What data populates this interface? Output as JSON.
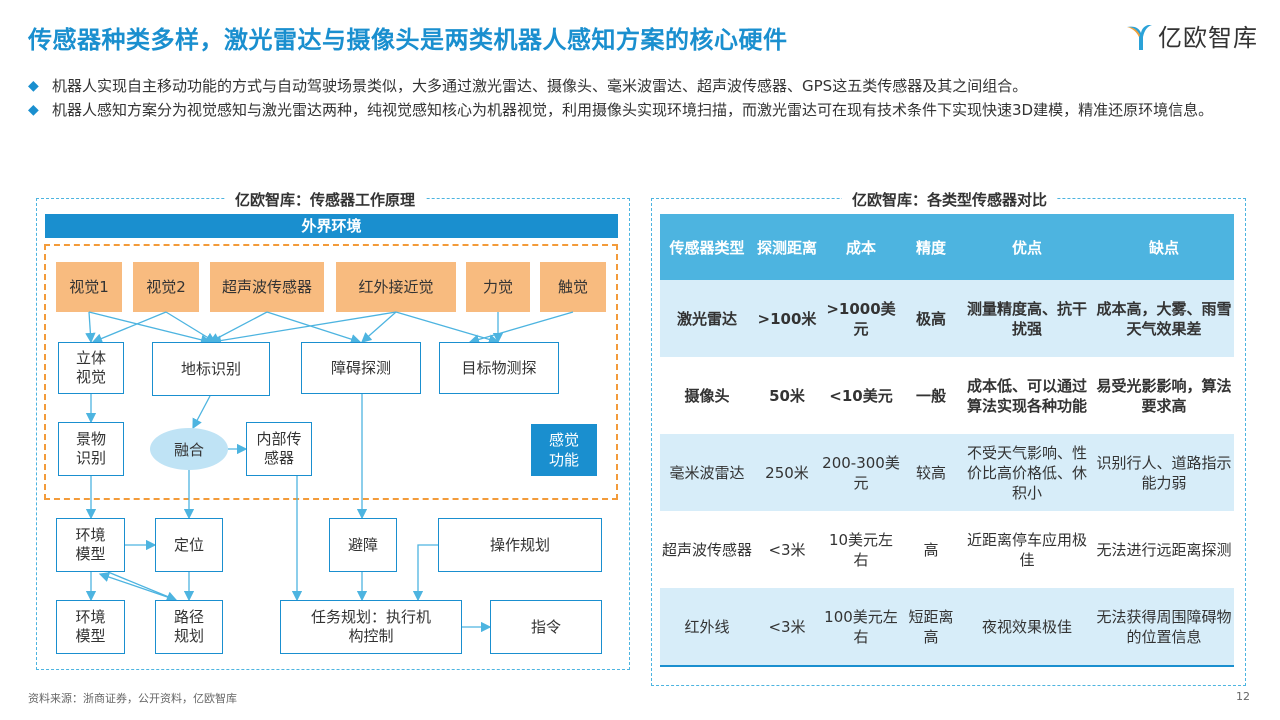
{
  "header": {
    "title": "传感器种类多样，激光雷达与摄像头是两类机器人感知方案的核心硬件",
    "logo_text": "亿欧智库"
  },
  "bullets": [
    "机器人实现自主移动功能的方式与自动驾驶场景类似，大多通过激光雷达、摄像头、毫米波雷达、超声波传感器、GPS这五类传感器及其之间组合。",
    "机器人感知方案分为视觉感知与激光雷达两种，纯视觉感知核心为机器视觉，利用摄像头实现环境扫描，而激光雷达可在现有技术条件下实现快速3D建模，精准还原环境信息。"
  ],
  "bullet_icon": "diamond-icon",
  "left_panel": {
    "title": "亿欧智库：传感器工作原理",
    "env": "外界环境",
    "senses": [
      "视觉1",
      "视觉2",
      "超声波传感器",
      "红外接近觉",
      "力觉",
      "触觉"
    ],
    "nodes": {
      "stereo": "立体视觉",
      "landmark": "地标识别",
      "obstacle_detect": "障碍探测",
      "target_detect": "目标物测探",
      "scene": "景物识别",
      "fusion": "融合",
      "internal": "内部传感器",
      "perception": "感觉功能",
      "env_model1": "环境模型",
      "locate": "定位",
      "avoid": "避障",
      "op_plan": "操作规划",
      "env_model2": "环境模型",
      "path_plan": "路径规划",
      "task_plan": "任务规划：执行机构控制",
      "command": "指令"
    }
  },
  "right_panel": {
    "title": "亿欧智库：各类型传感器对比",
    "columns": [
      "传感器类型",
      "探测距离",
      "成本",
      "精度",
      "优点",
      "缺点"
    ],
    "rows": [
      [
        "激光雷达",
        ">100米",
        ">1000美元",
        "极高",
        "测量精度高、抗干扰强",
        "成本高，大雾、雨雪天气效果差"
      ],
      [
        "摄像头",
        "50米",
        "<10美元",
        "一般",
        "成本低、可以通过算法实现各种功能",
        "易受光影影响，算法要求高"
      ],
      [
        "毫米波雷达",
        "250米",
        "200-300美元",
        "较高",
        "不受天气影响、性价比高价格低、休积小",
        "识别行人、道路指示能力弱"
      ],
      [
        "超声波传感器",
        "<3米",
        "10美元左右",
        "高",
        "近距离停车应用极佳",
        "无法进行远距离探测"
      ],
      [
        "红外线",
        "<3米",
        "100美元左右",
        "短距离高",
        "夜视效果极佳",
        "无法获得周围障碍物的位置信息"
      ]
    ]
  },
  "footer": {
    "source": "资料来源：浙商证券，公开资料，亿欧智库",
    "page": "12"
  },
  "colors": {
    "accent": "#1a8fcf",
    "light_blue": "#4db4e0",
    "orange": "#f8bb7f",
    "row_shade": "#d7edf9"
  }
}
